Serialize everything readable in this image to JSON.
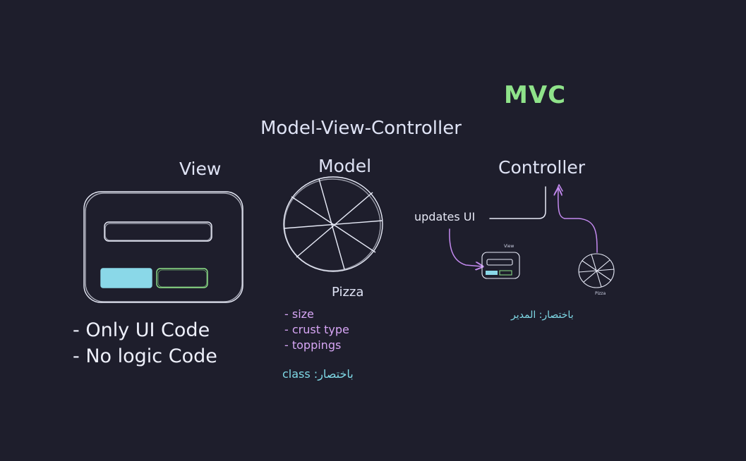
{
  "title": "MVC",
  "subtitle": "Model-View-Controller",
  "columns": {
    "view": "View",
    "model": "Model",
    "controller": "Controller"
  },
  "view_notes": [
    "- Only UI Code",
    "- No logic Code"
  ],
  "model": {
    "label": "Pizza",
    "properties": [
      "- size",
      "- crust type",
      "- toppings"
    ],
    "summary": "باختصار: class"
  },
  "controller": {
    "arrow_label": "updates UI",
    "mini_view_label": "View",
    "mini_pizza_label": "Pizza",
    "summary": "باختصار: المدير"
  },
  "colors": {
    "background": "#1e1e2c",
    "title_green": "#8fe38a",
    "text_white": "#dfe3f5",
    "purple": "#c48af0",
    "cyan_fill": "#8ad8e8",
    "green_outline": "#8fe38a",
    "cyan_text": "#7fd9e6"
  }
}
